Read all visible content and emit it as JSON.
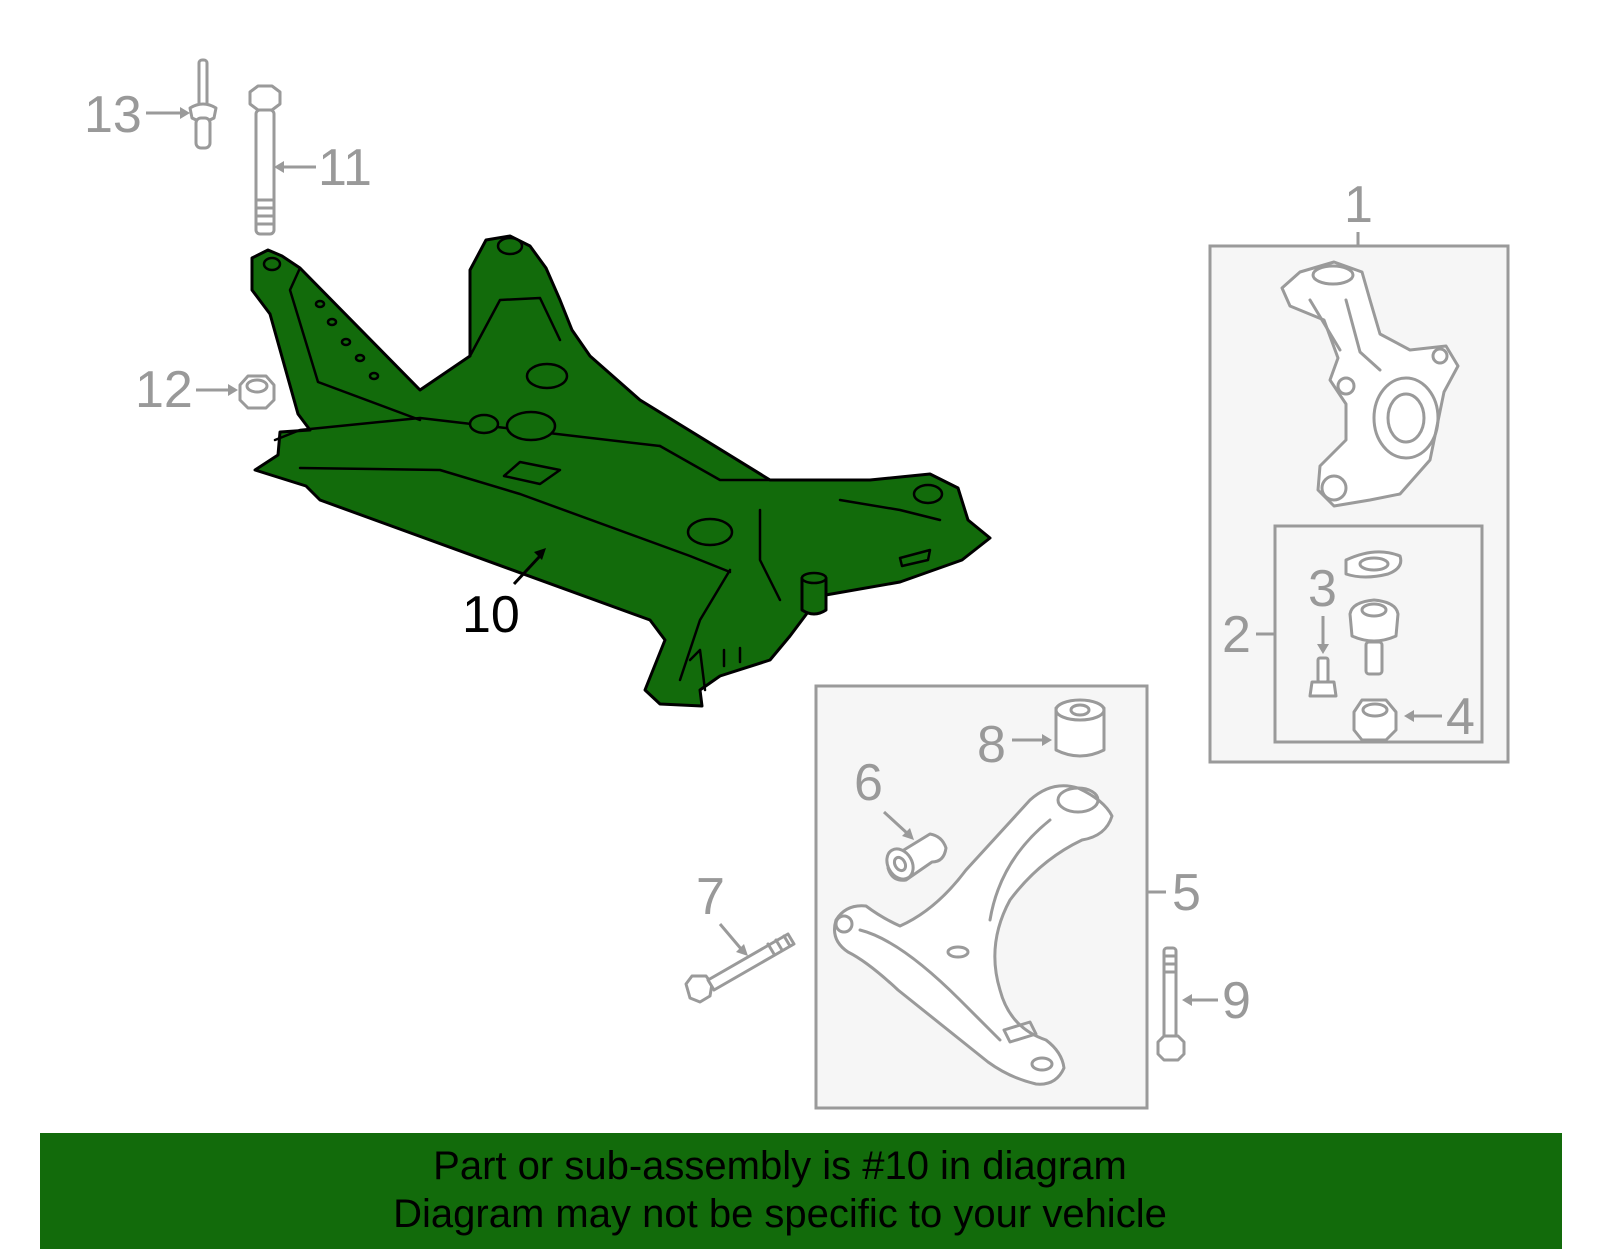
{
  "callouts": {
    "c1": "1",
    "c2": "2",
    "c3": "3",
    "c4": "4",
    "c5": "5",
    "c6": "6",
    "c7": "7",
    "c8": "8",
    "c9": "9",
    "c10": "10",
    "c11": "11",
    "c12": "12",
    "c13": "13"
  },
  "highlight_color": "#126b0b",
  "banner": {
    "line1": "Part or sub-assembly is #10 in diagram",
    "line2": "Diagram may not be specific to your vehicle"
  }
}
